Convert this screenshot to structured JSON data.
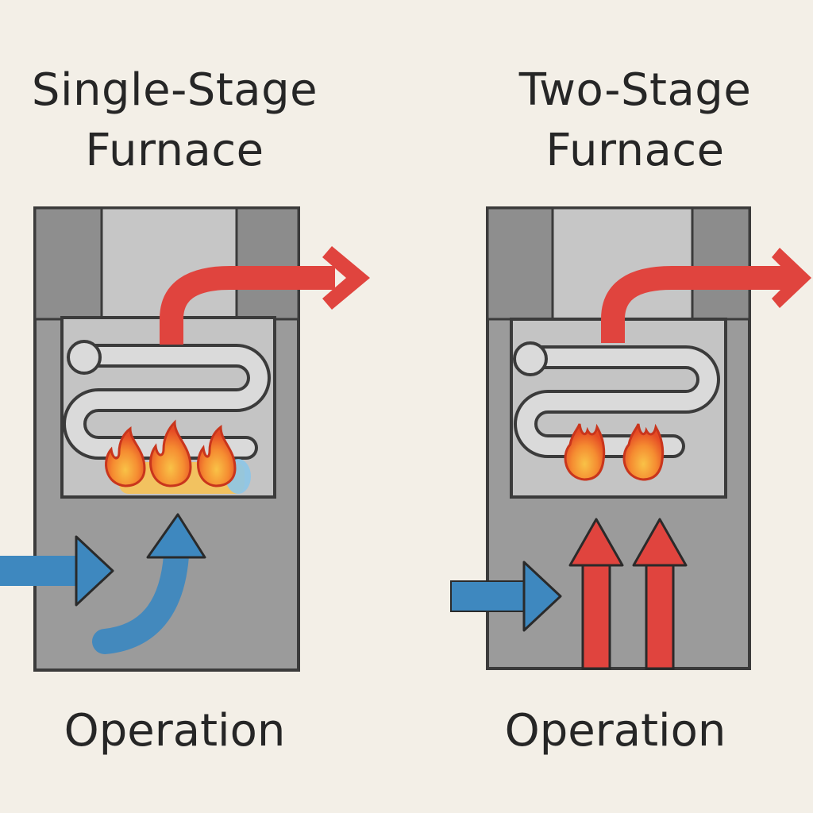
{
  "panels": [
    {
      "title_line1": "Single-Stage",
      "title_line2": "Furnace",
      "caption": "Operation",
      "flame_count": 3
    },
    {
      "title_line1": "Two-Stage",
      "title_line2": "Furnace",
      "caption": "Operation",
      "flame_count": 2
    }
  ],
  "colors": {
    "background": "#f3efe7",
    "cabinet": "#9a9a9a",
    "hot_air": "#e0443e",
    "cool_air": "#3e88bf",
    "flame_outer": "#ec5a2a",
    "flame_inner": "#f7a43a"
  }
}
